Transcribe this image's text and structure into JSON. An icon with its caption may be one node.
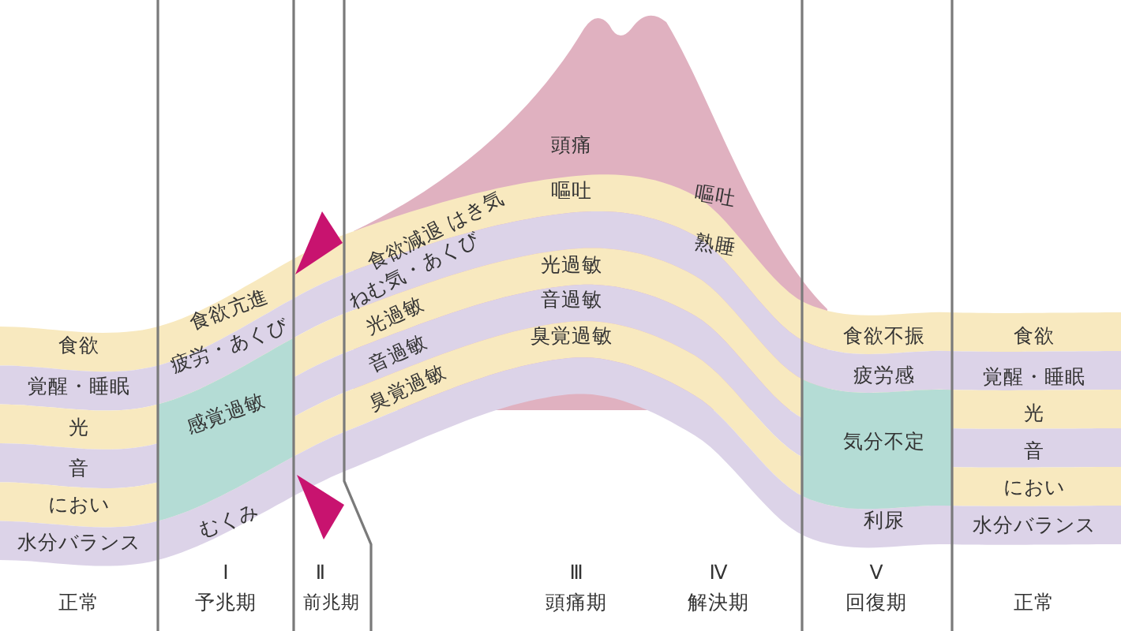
{
  "diagram": {
    "labels": [
      "頭痛",
      "嘔吐",
      "食欲減退 はき気",
      "嘔吐",
      "ねむ気・あくび",
      "熟睡",
      "光過敏",
      "光過敏",
      "音過敏",
      "音過敏",
      "臭覚過敏",
      "臭覚過敏",
      "食欲",
      "食欲亢進",
      "覚醒・睡眠",
      "疲労・あくび",
      "光",
      "感覚過敏",
      "音",
      "におい",
      "むくみ",
      "水分バランス",
      "食欲不振",
      "食欲",
      "疲労感",
      "覚醒・睡眠",
      "光",
      "気分不定",
      "音",
      "におい",
      "利尿",
      "水分バランス",
      "Ⅰ",
      "Ⅱ",
      "Ⅲ",
      "Ⅳ",
      "Ⅴ",
      "正常",
      "予兆期",
      "前兆期",
      "頭痛期",
      "解決期",
      "回復期",
      "正常"
    ]
  }
}
